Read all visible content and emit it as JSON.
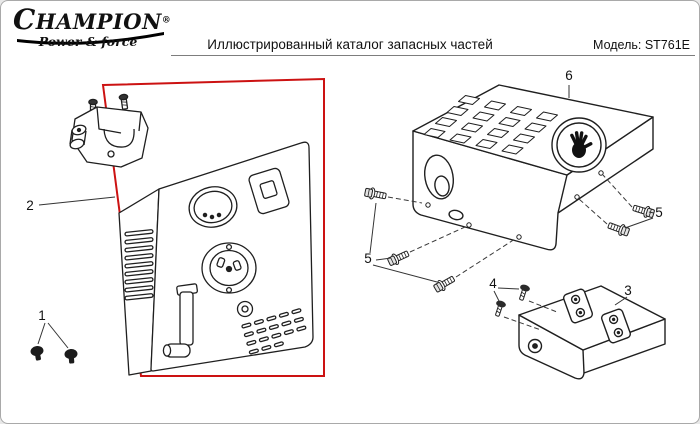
{
  "header": {
    "brand": "CHAMPION",
    "registered": "®",
    "tagline": "Power & force",
    "title": "Иллюстрированный каталог запасных частей",
    "model": "Модель: ST761E"
  },
  "diagram": {
    "highlight_color": "#cc1212",
    "callouts": {
      "c1": "1",
      "c2": "2",
      "c3": "3",
      "c4": "4",
      "c5_left": "5",
      "c5_right": "5",
      "c6": "6"
    }
  }
}
